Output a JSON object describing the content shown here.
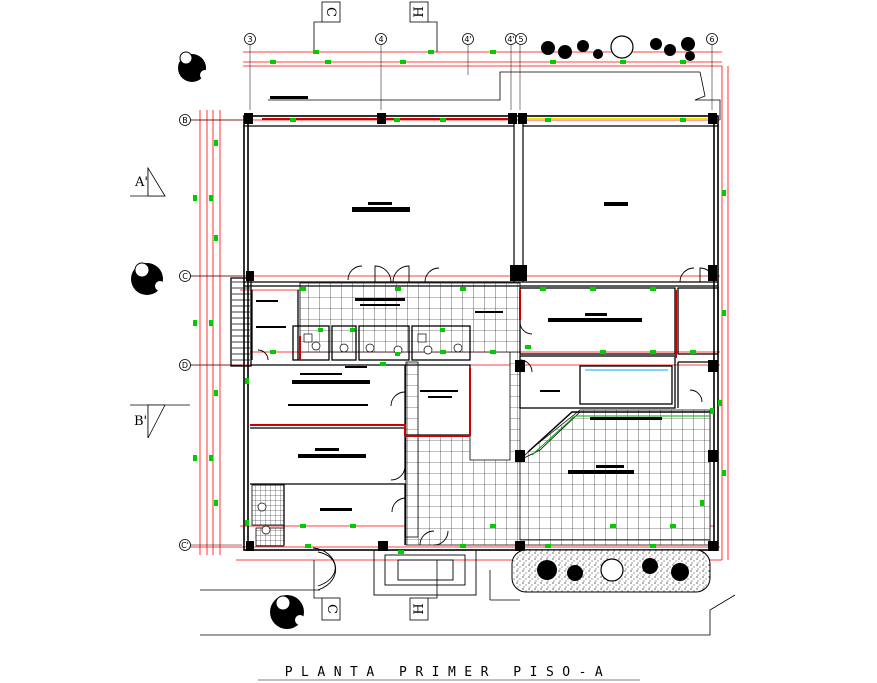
{
  "drawing_title": "PLANTA PRIMER PISO-A",
  "axis_columns": [
    "3",
    "4",
    "4'",
    "4'",
    "5",
    "6"
  ],
  "axis_rows": [
    "B",
    "C",
    "D",
    "C'"
  ],
  "section_marks": {
    "c_top": "C",
    "h_top": "H",
    "a": "A'",
    "b": "B'",
    "c_bottom": "C",
    "h_bottom": "H"
  },
  "colors": {
    "line": "#000000",
    "dimension": "#ff0000",
    "marker": "#00cc00",
    "wall_highlight": "#cc0000",
    "accent_yellow": "#e6e600"
  }
}
